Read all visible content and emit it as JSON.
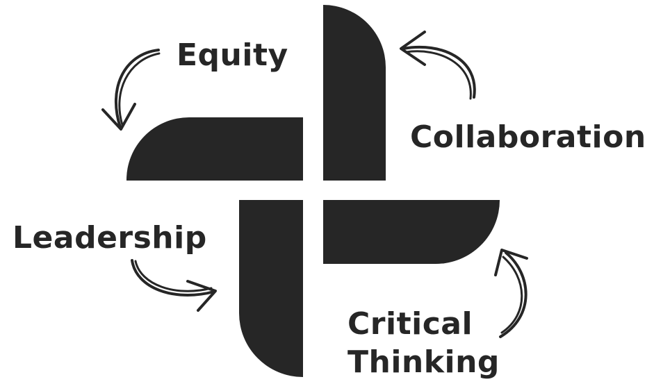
{
  "diagram": {
    "labels": {
      "equity": "Equity",
      "collaboration": "Collaboration",
      "leadership": "Leadership",
      "critical_line1": "Critical",
      "critical_line2": "Thinking"
    }
  },
  "colors": {
    "shape": "#262626",
    "text": "#262626",
    "background": "#ffffff"
  },
  "icons": [
    "curved-arrow-icon"
  ]
}
